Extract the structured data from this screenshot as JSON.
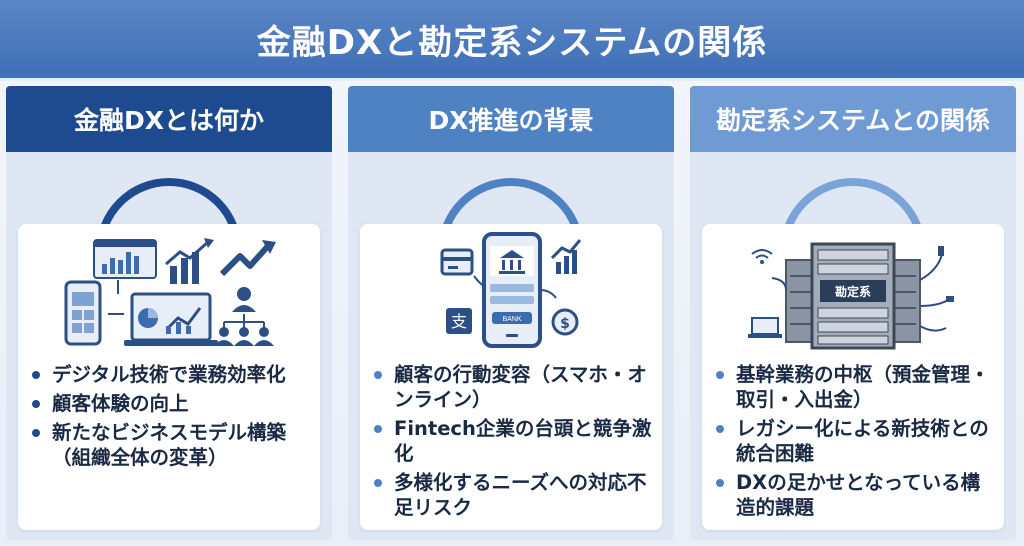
{
  "title": "金融DXと勘定系システムの関係",
  "columns": [
    {
      "heading": "金融DXとは何か",
      "bullets": [
        "デジタル技術で業務効率化",
        "顧客体験の向上",
        "新たなビジネスモデル構築（組織全体の変革）"
      ]
    },
    {
      "heading": "DX推進の背景",
      "bullets": [
        "顧客の行動変容（スマホ・オンライン）",
        "Fintech企業の台頭と競争激化",
        "多様化するニーズへの対応不足リスク"
      ],
      "illustration": {
        "phone_label": "BANK"
      }
    },
    {
      "heading": "勘定系システムとの関係",
      "bullets": [
        "基幹業務の中枢（預金管理・取引・入出金）",
        "レガシー化による新技術との統合困難",
        "DXの足かせとなっている構造的課題"
      ],
      "illustration": {
        "server_label": "勘定系"
      }
    }
  ],
  "colors": {
    "dark_blue": "#1e4b8f",
    "mid_blue": "#4f82c3",
    "light_blue": "#6f9ad3"
  }
}
